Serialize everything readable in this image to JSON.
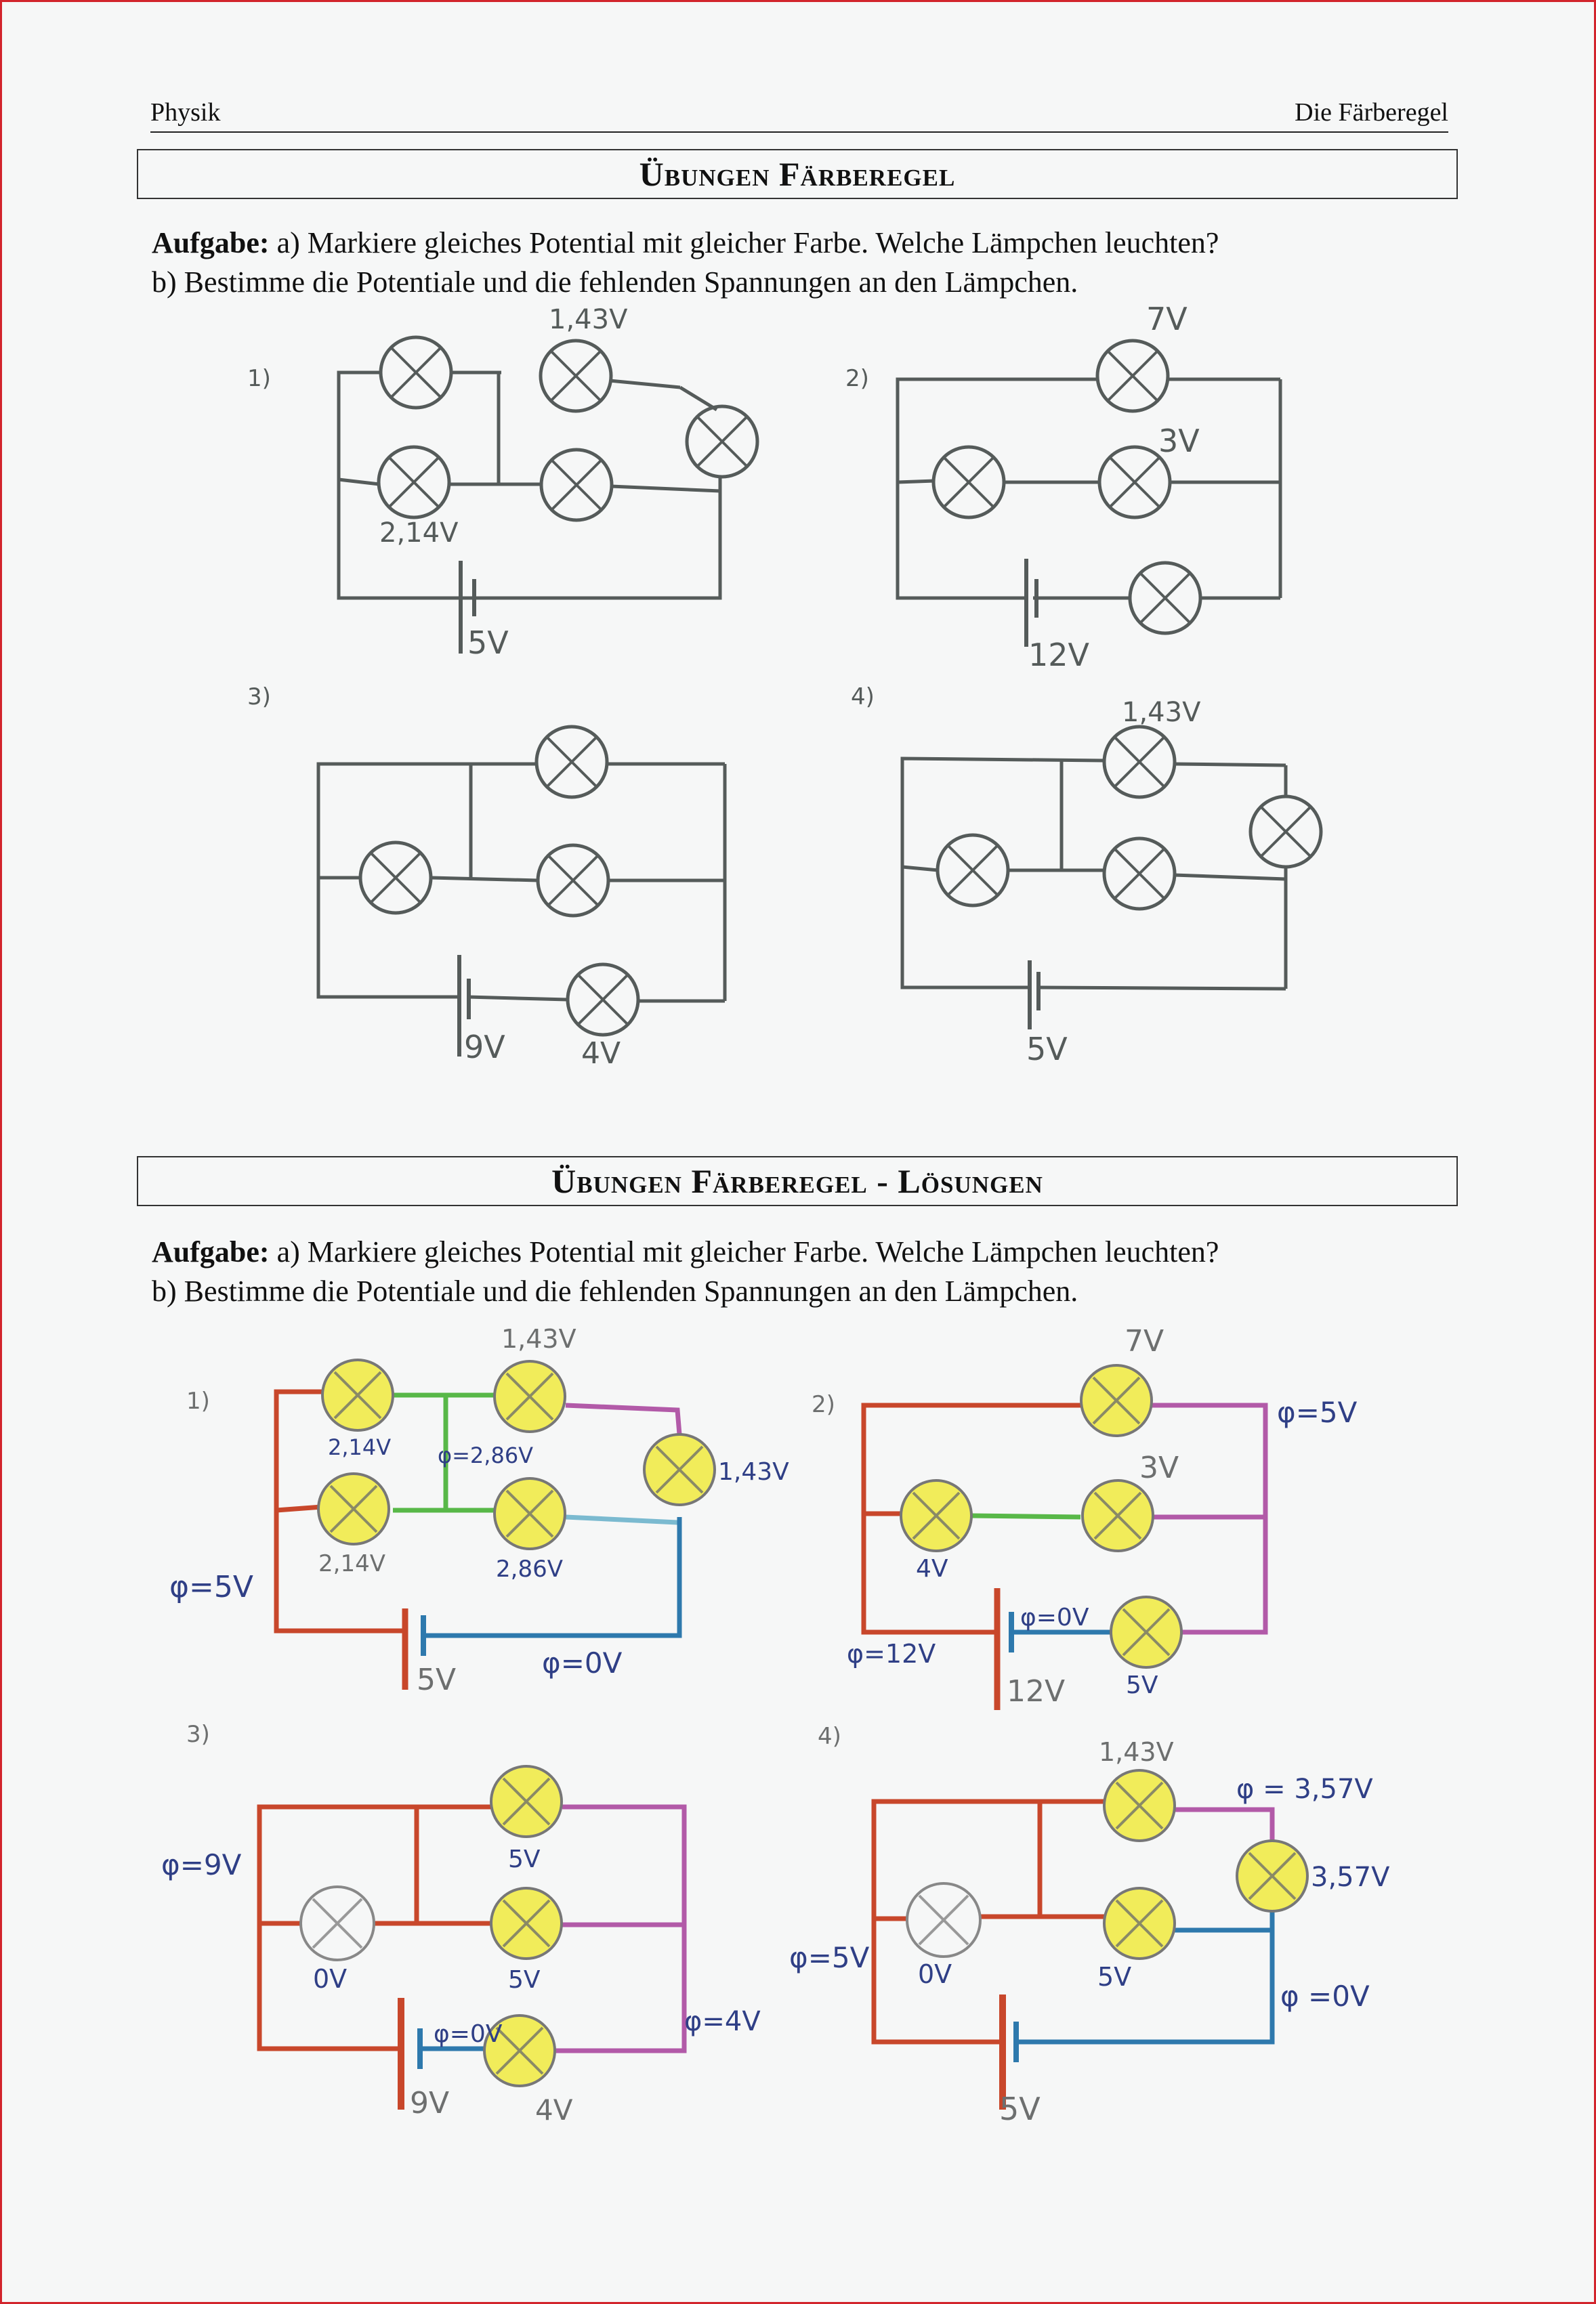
{
  "header": {
    "left": "Physik",
    "right": "Die Färberegel"
  },
  "section1": {
    "title": "Übungen Färberegel",
    "task_label": "Aufgabe:",
    "task_a": " a) Markiere gleiches Potential mit gleicher Farbe. Welche Lämpchen leuchten?",
    "task_b": "b) Bestimme die Potentiale und die fehlenden Spannungen an den Lämpchen.",
    "circuits": {
      "c1": {
        "number": "1)",
        "v_top": "1,43V",
        "v_lamp": "2,14V",
        "v_battery": "5V"
      },
      "c2": {
        "number": "2)",
        "v_top": "7V",
        "v_mid": "3V",
        "v_battery": "12V"
      },
      "c3": {
        "number": "3)",
        "v_battery": "9V",
        "v_lamp": "4V"
      },
      "c4": {
        "number": "4)",
        "v_top": "1,43V",
        "v_battery": "5V"
      }
    }
  },
  "section2": {
    "title": "Übungen Färberegel -  Lösungen",
    "task_label": "Aufgabe:",
    "task_a": " a) Markiere gleiches Potential mit gleicher Farbe. Welche Lämpchen leuchten?",
    "task_b": "b) Bestimme die Potentiale und die fehlenden Spannungen an den Lämpchen.",
    "circuits": {
      "c1": {
        "number": "1)",
        "v_top": "1,43V",
        "v_lamp1": "2,14V",
        "v_phi_mid": "φ=2,86V",
        "v_right": "1,43V",
        "v_lamp3": "2,14V",
        "v_lamp4": "2,86V",
        "phi_left": "φ=5V",
        "v_battery": "5V",
        "phi_zero": "φ=0V"
      },
      "c2": {
        "number": "2)",
        "v_top": "7V",
        "phi_right": "φ=5V",
        "v_mid": "3V",
        "v_left": "4V",
        "phi_zero": "φ=0V",
        "phi_left": "φ=12V",
        "v_battery": "12V",
        "v_bottom": "5V"
      },
      "c3": {
        "number": "3)",
        "phi_left": "φ=9V",
        "v_top": "5V",
        "v_left": "0V",
        "v_mid": "5V",
        "phi_right": "φ=4V",
        "phi_zero": "φ=0V",
        "v_battery": "9V",
        "v_bottom": "4V"
      },
      "c4": {
        "number": "4)",
        "v_top": "1,43V",
        "phi_top": "φ = 3,57V",
        "v_right": "3,57V",
        "phi_left": "φ=5V",
        "v_left": "0V",
        "v_mid": "5V",
        "phi_zero": "φ =0V",
        "v_battery": "5V"
      }
    }
  },
  "colors": {
    "wire": "#555b5a",
    "red": "#c8472b",
    "green": "#58b848",
    "purple": "#b25aa8",
    "blue": "#2e79ad",
    "lamp_on": "#f1ec5a",
    "ink": "#2f3f86",
    "pencil": "#6d6f6f"
  }
}
